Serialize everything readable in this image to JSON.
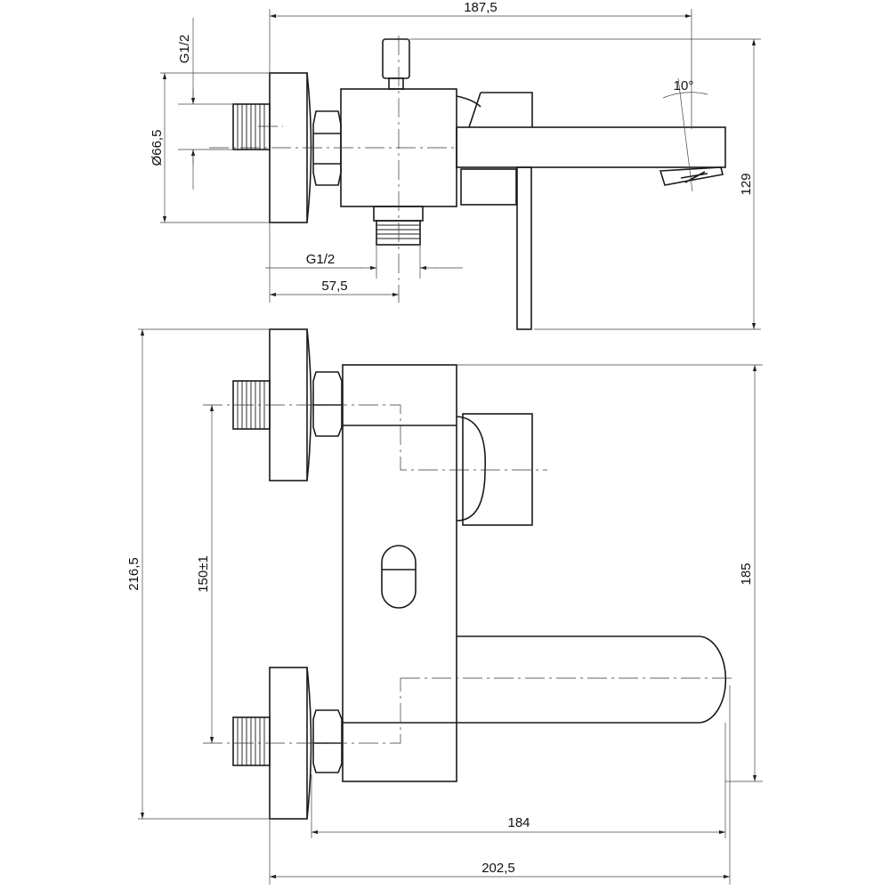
{
  "title": "Wall-mounted bath mixer technical drawing",
  "top_view": {
    "overall_length": "187,5",
    "thread_left": "G1/2",
    "flange_diameter": "Ø66,5",
    "thread_bottom": "G1/2",
    "outlet_offset": "57,5",
    "height": "129",
    "spout_angle": "10°"
  },
  "front_view": {
    "total_height": "216,5",
    "inlet_spacing": "150±1",
    "body_height": "185",
    "spout_reach": "184",
    "total_depth": "202,5"
  }
}
